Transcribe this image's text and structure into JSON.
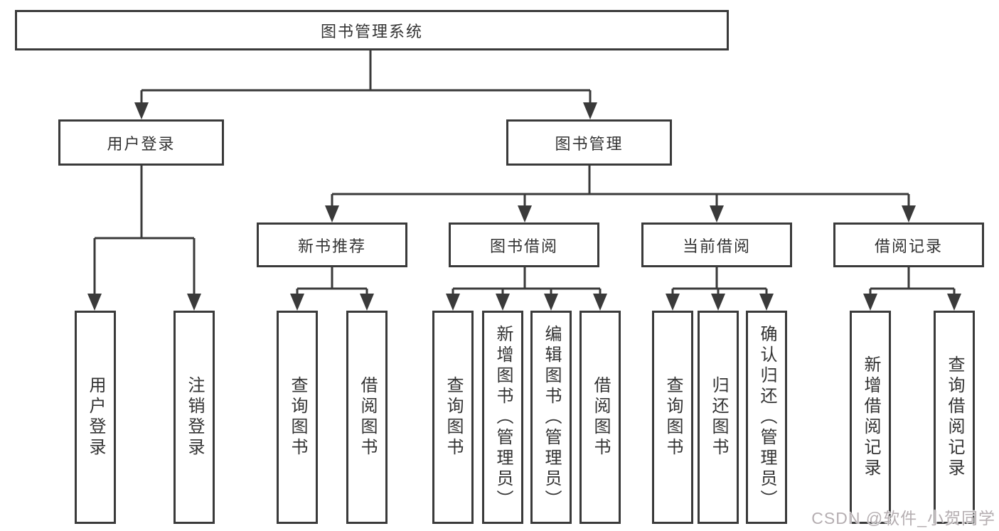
{
  "tree": {
    "root": "图书管理系统",
    "children": [
      {
        "label": "用户登录",
        "children": [
          "用户登录",
          "注销登录"
        ]
      },
      {
        "label": "图书管理",
        "children": [
          {
            "label": "新书推荐",
            "children": [
              "查询图书",
              "借阅图书"
            ]
          },
          {
            "label": "图书借阅",
            "children": [
              "查询图书",
              "新增图书（管理员）",
              "编辑图书（管理员）",
              "借阅图书"
            ]
          },
          {
            "label": "当前借阅",
            "children": [
              "查询图书",
              "归还图书",
              "确认归还（管理员）"
            ]
          },
          {
            "label": "借阅记录",
            "children": [
              "新增借阅记录",
              "查询借阅记录"
            ]
          }
        ]
      }
    ]
  },
  "watermark": {
    "text": "CSDN @软件_小贺同学",
    "color": "#b5aeb1"
  },
  "colors": {
    "line": "#3a3a3a",
    "box_border": "#3a3a3a",
    "text": "#333333",
    "background": "#ffffff"
  }
}
